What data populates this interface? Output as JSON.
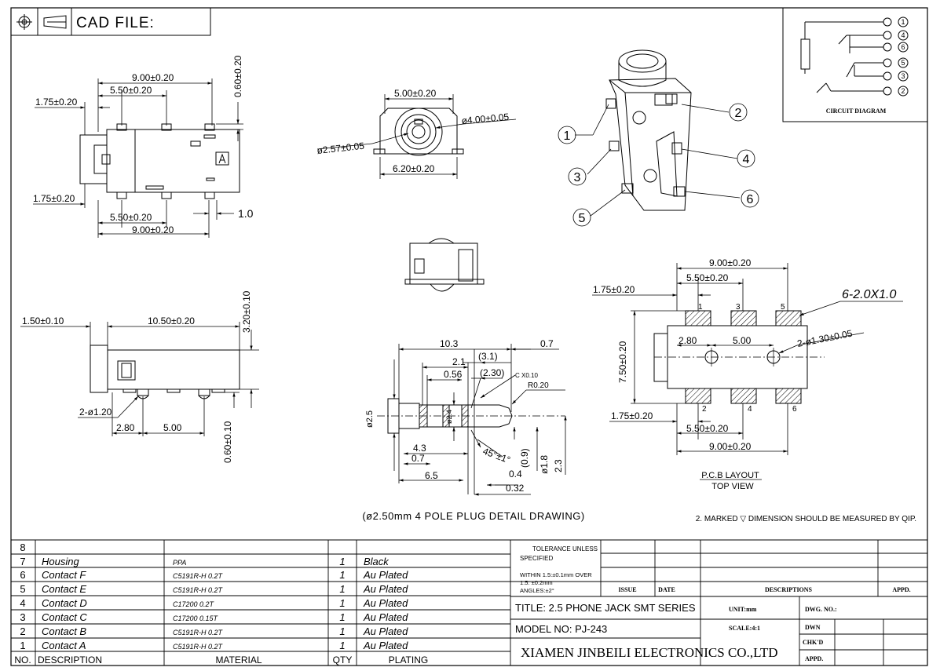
{
  "header": {
    "cad_label": "CAD FILE:"
  },
  "circuit": {
    "title": "CIRCUIT DIAGRAM",
    "pins": [
      "1",
      "4",
      "6",
      "5",
      "3",
      "2"
    ]
  },
  "callouts": [
    "1",
    "2",
    "3",
    "4",
    "5",
    "6"
  ],
  "dims": {
    "top_w": "9.00±0.20",
    "top_550": "5.50±0.20",
    "top_175": "1.75±0.20",
    "top_060": "0.60±0.20",
    "bot_175": "1.75±0.20",
    "bot_550": "5.50±0.20",
    "bot_w": "9.00±0.20",
    "bot_10": "1.0",
    "front_500": "5.00±0.20",
    "front_400": "ø4.00±0.05",
    "front_257": "ø2.57±0.05",
    "front_620": "6.20±0.20",
    "side_150": "1.50±0.10",
    "side_1050": "10.50±0.20",
    "side_320": "3.20±0.10",
    "side_2d120": "2-ø1.20",
    "side_280": "2.80",
    "side_500": "5.00",
    "side_060": "0.60±0.10",
    "plug_103": "10.3",
    "plug_31": "(3.1)",
    "plug_07a": "0.7",
    "plug_21": "2.1",
    "plug_230": "(2.30)",
    "plug_056": "0.56",
    "plug_cx": "C X0.10",
    "plug_r": "R0.20",
    "plug_d25": "ø2.5",
    "plug_d24": "ø2.4",
    "plug_43": "4.3",
    "plug_07b": "0.7",
    "plug_65": "6.5",
    "plug_45": "45°±1°",
    "plug_09": "(0.9)",
    "plug_d18": "ø1.8",
    "plug_23": "2.3",
    "plug_04": "0.4",
    "plug_032": "0.32",
    "pcb_900": "9.00±0.20",
    "pcb_550": "5.50±0.20",
    "pcb_175": "1.75±0.20",
    "pcb_pad": "6-2.0X1.0",
    "pcb_750": "7.50±0.20",
    "pcb_280": "2.80",
    "pcb_500": "5.00",
    "pcb_hole": "2-ø1.30±0.05",
    "pcb_175b": "1.75±0.20",
    "pcb_550b": "5.50±0.20",
    "pcb_900b": "9.00±0.20",
    "pads_top": [
      "1",
      "3",
      "5"
    ],
    "pads_bot": [
      "2",
      "4",
      "6"
    ]
  },
  "captions": {
    "pcb_layout": "P.C.B LAYOUT",
    "top_view": "TOP VIEW",
    "plug_detail": "(ø2.50mm 4 POLE PLUG DETAIL DRAWING)",
    "note": "2. MARKED ▽ DIMENSION SHOULD BE MEASURED BY QIP."
  },
  "bom": {
    "rows": [
      {
        "no": "8",
        "desc": "",
        "mat": "",
        "qty": "",
        "plating": ""
      },
      {
        "no": "7",
        "desc": "Housing",
        "mat": "PPA",
        "qty": "1",
        "plating": "Black"
      },
      {
        "no": "6",
        "desc": "Contact F",
        "mat": "C5191R-H 0.2T",
        "qty": "1",
        "plating": "Au Plated"
      },
      {
        "no": "5",
        "desc": "Contact E",
        "mat": "C5191R-H 0.2T",
        "qty": "1",
        "plating": "Au Plated"
      },
      {
        "no": "4",
        "desc": "Contact D",
        "mat": "C17200 0.2T",
        "qty": "1",
        "plating": "Au Plated"
      },
      {
        "no": "3",
        "desc": "Contact C",
        "mat": "C17200 0.15T",
        "qty": "1",
        "plating": "Au Plated"
      },
      {
        "no": "2",
        "desc": "Contact B",
        "mat": "C5191R-H 0.2T",
        "qty": "1",
        "plating": "Au Plated"
      },
      {
        "no": "1",
        "desc": "Contact A",
        "mat": "C5191R-H 0.2T",
        "qty": "1",
        "plating": "Au Plated"
      }
    ],
    "headers": {
      "no": "NO.",
      "desc": "DESCRIPTION",
      "mat": "MATERIAL",
      "qty": "QTY",
      "plating": "PLATING"
    }
  },
  "title_block": {
    "tol1": "TOLERANCE UNLESS",
    "tol2": "SPECIFIED",
    "tol3": "WITHIN 1.5:±0.1mm OVER",
    "tol4": "1.5: ±0.2mm",
    "tol5": "ANGLES:±2°",
    "issue": "ISSUE",
    "date": "DATE",
    "descriptions": "DESCRIPTIONS",
    "appd": "APPD.",
    "title": "TITLE: 2.5 PHONE JACK SMT SERIES",
    "unit": "UNIT:mm",
    "dwg_no": "DWG. NO.:",
    "model": "MODEL NO: PJ-243",
    "scale": "SCALE:4:1",
    "dwn": "DWN",
    "company": "XIAMEN JINBEILI ELECTRONICS CO.,LTD",
    "chkd": "CHK'D",
    "appd2": "APPD."
  }
}
